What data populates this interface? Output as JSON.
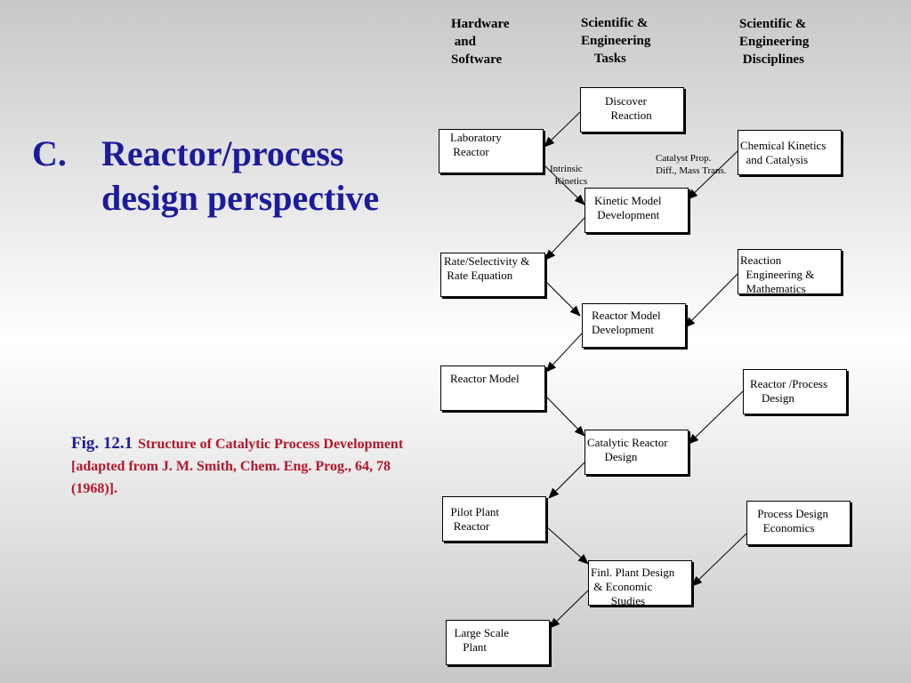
{
  "headers": {
    "hardware": "Hardware\n and\nSoftware",
    "tasks": "Scientific &\nEngineering\n    Tasks",
    "disciplines": "Scientific &\nEngineering\n Disciplines"
  },
  "title": {
    "letter": "C.",
    "text": "Reactor/process\ndesign perspective"
  },
  "caption": {
    "fig": "Fig. 12.1",
    "text": "Structure of Catalytic Process Development [adapted from J. M. Smith, Chem. Eng. Prog., 64,  78 (1968)]."
  },
  "boxes": {
    "discover": "Discover\n  Reaction",
    "lab_reactor": "Laboratory\n Reactor",
    "chem_kinetics": "Chemical Kinetics\n  and Catalysis",
    "kinetic_model": "Kinetic Model\n Development",
    "rate_selectivity": "Rate/Selectivity &\n Rate Equation",
    "reaction_eng": "Reaction\n  Engineering &\n  Mathematics",
    "reactor_model_dev": "Reactor Model\nDevelopment",
    "reactor_model": "Reactor Model",
    "reactor_process_design": "Reactor /Process\n    Design",
    "catalytic_reactor": "Catalytic Reactor\n      Design",
    "pilot_plant": "  Pilot Plant\n   Reactor",
    "process_econ": " Process Design\n   Economics",
    "final_plant": "Finl. Plant Design\n & Economic\n       Studies",
    "large_scale": "  Large Scale\n     Plant"
  },
  "labels": {
    "intrinsic": "Intrinsic\n  Kinetics",
    "catalyst": "Catalyst Prop.\nDiff., Mass Trans."
  }
}
